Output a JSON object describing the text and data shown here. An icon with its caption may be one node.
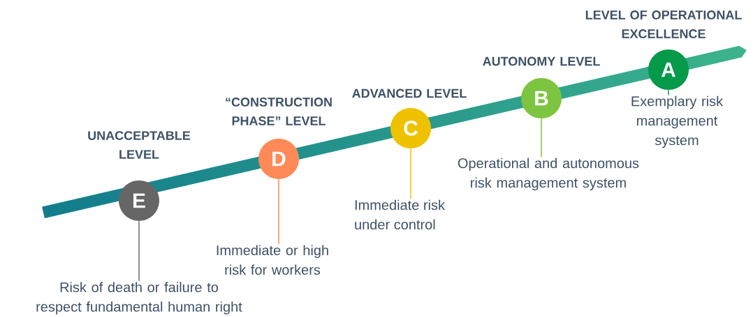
{
  "diagram": {
    "nodes": [
      {
        "text": [
          "E"
        ],
        "beside": [
          "UNACCEPTABLE LEVEL"
        ]
      },
      {
        "text": [
          "D"
        ],
        "beside": [
          "“CONSTRUCTION PHASE” LEVEL"
        ]
      },
      {
        "text": [
          "C"
        ],
        "beside": [
          "ADVANCED LEVEL"
        ]
      },
      {
        "text": [
          "B"
        ],
        "beside": [
          "AUTONOMY LEVEL"
        ]
      },
      {
        "text": [
          "A"
        ],
        "beside": [
          "LEVEL OF OPERATIONAL EXCELLENCE"
        ]
      },
      {
        "text": [
          "Risk of death or failure to respect fundamental human right"
        ]
      },
      {
        "text": [
          "Immediate or high risk for workers"
        ]
      },
      {
        "text": [
          "Immediate risk under control"
        ]
      },
      {
        "text": [
          "Operational and autonomous risk management system"
        ]
      },
      {
        "text": [
          "Exemplary risk management system"
        ]
      }
    ],
    "edges": [
      {
        "from": 0,
        "to": 5,
        "arrow": "none",
        "color": "#6b6b6b"
      },
      {
        "from": 1,
        "to": 6,
        "arrow": "none",
        "color": "#ff8a57"
      },
      {
        "from": 2,
        "to": 7,
        "arrow": "none",
        "color": "#efc200"
      },
      {
        "from": 3,
        "to": 8,
        "arrow": "none",
        "color": "#7dc540"
      },
      {
        "from": 4,
        "to": 9,
        "arrow": "none",
        "color": "#05994a"
      }
    ]
  }
}
